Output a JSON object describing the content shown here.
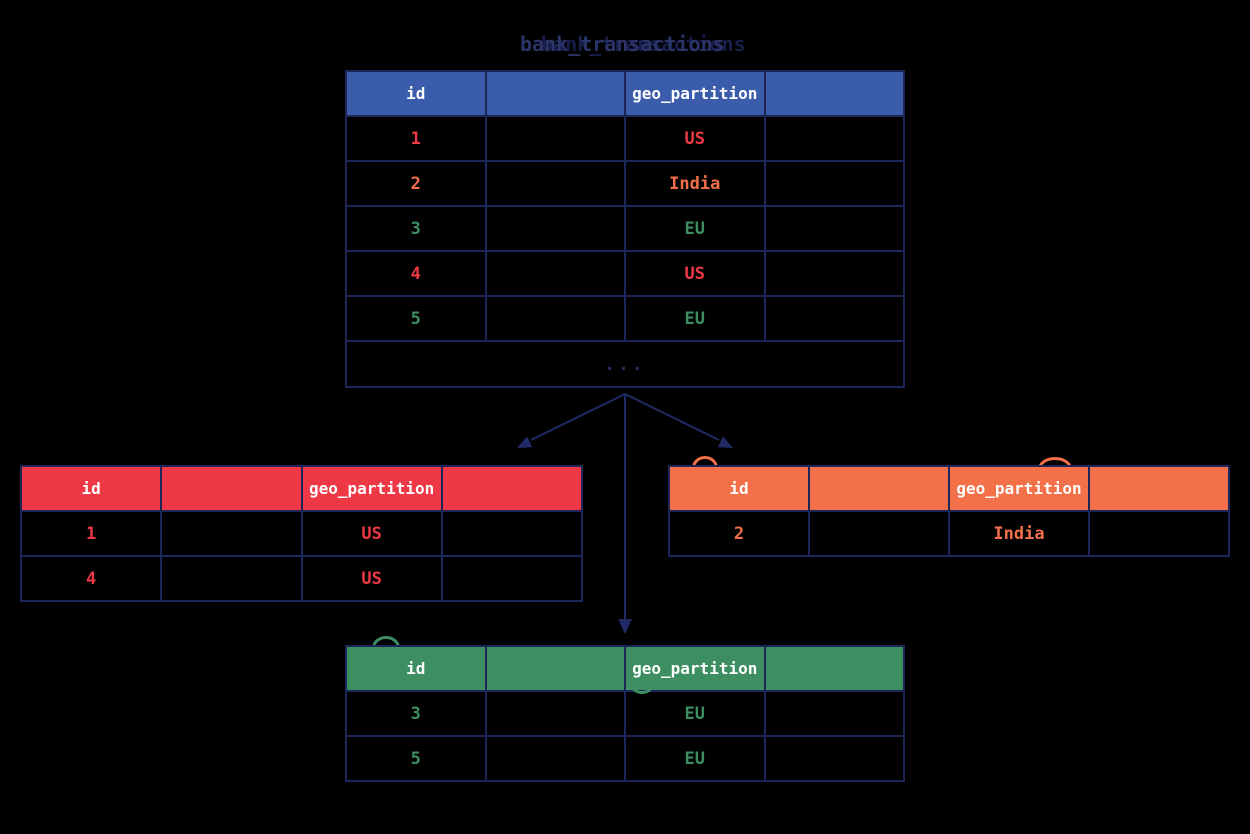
{
  "title": {
    "text": "bank_transactions",
    "ghost_text": "bank_transactions"
  },
  "colors": {
    "background": "#000000",
    "line": "#1d2659",
    "arrow": "#202b66",
    "blue": "#3b5cab",
    "red": "#ee3845",
    "orange": "#f37048",
    "green": "#3d8f61",
    "header_text": "#ffffff",
    "title": "#2a3468",
    "title_ghost": "#171e49",
    "ellipsis": "#232d5e"
  },
  "tables": {
    "main": {
      "columns": {
        "id": "id",
        "geo": "geo_partition"
      },
      "rows": [
        {
          "id": "1",
          "geo": "US"
        },
        {
          "id": "2",
          "geo": "India"
        },
        {
          "id": "3",
          "geo": "EU"
        },
        {
          "id": "4",
          "geo": "US"
        },
        {
          "id": "5",
          "geo": "EU"
        }
      ],
      "ellipsis": "..."
    },
    "us_partition": {
      "columns": {
        "id": "id",
        "geo": "geo_partition"
      },
      "rows": [
        {
          "id": "1",
          "geo": "US"
        },
        {
          "id": "4",
          "geo": "US"
        }
      ]
    },
    "india_partition": {
      "columns": {
        "id": "id",
        "geo": "geo_partition"
      },
      "rows": [
        {
          "id": "2",
          "geo": "India"
        }
      ]
    },
    "eu_partition": {
      "columns": {
        "id": "id",
        "geo": "geo_partition"
      },
      "rows": [
        {
          "id": "3",
          "geo": "EU"
        },
        {
          "id": "5",
          "geo": "EU"
        }
      ]
    }
  }
}
